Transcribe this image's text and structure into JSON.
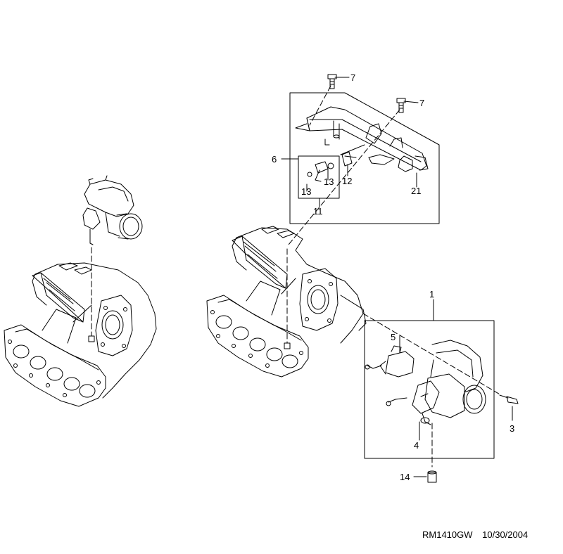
{
  "callouts": {
    "c1": "1",
    "c3": "3",
    "c4": "4",
    "c5": "5",
    "c6": "6",
    "c7a": "7",
    "c7b": "7",
    "c11": "11",
    "c12": "12",
    "c13a": "13",
    "c13b": "13",
    "c14": "14",
    "c21": "21"
  },
  "footer": {
    "drawing_id": "RM1410GW",
    "date": "10/30/2004"
  }
}
